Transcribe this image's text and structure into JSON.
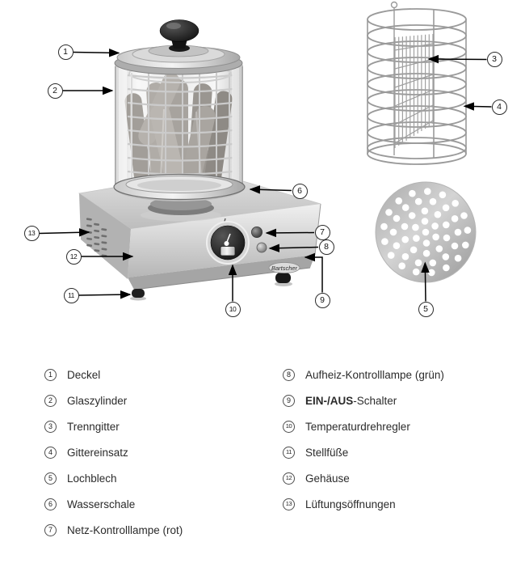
{
  "device": {
    "brand": "Bartscher"
  },
  "callouts": {
    "c1": "1",
    "c2": "2",
    "c3": "3",
    "c4": "4",
    "c5": "5",
    "c6": "6",
    "c7": "7",
    "c8": "8",
    "c9": "9",
    "c10": "10",
    "c11": "11",
    "c12": "12",
    "c13": "13"
  },
  "legend": {
    "left": [
      {
        "num": "1",
        "label": "Deckel"
      },
      {
        "num": "2",
        "label": "Glaszylinder"
      },
      {
        "num": "3",
        "label": "Trenngitter"
      },
      {
        "num": "4",
        "label": "Gittereinsatz"
      },
      {
        "num": "5",
        "label": "Lochblech"
      },
      {
        "num": "6",
        "label": "Wasserschale"
      },
      {
        "num": "7",
        "label": "Netz-Kontrolllampe (rot)"
      }
    ],
    "right": [
      {
        "num": "8",
        "label": "Aufheiz-Kontrolllampe (grün)"
      },
      {
        "num": "9",
        "label_bold": "EIN-/AUS",
        "label_rest": "-Schalter"
      },
      {
        "num": "10",
        "label": "Temperaturdrehregler"
      },
      {
        "num": "11",
        "label": "Stellfüße"
      },
      {
        "num": "12",
        "label": "Gehäuse"
      },
      {
        "num": "13",
        "label": "Lüftungsöffnungen"
      }
    ]
  },
  "colors": {
    "callout_line": "#000000",
    "text": "#2b2b2b",
    "metal_light": "#f2f2f2",
    "metal_dark": "#8f8f8f"
  }
}
